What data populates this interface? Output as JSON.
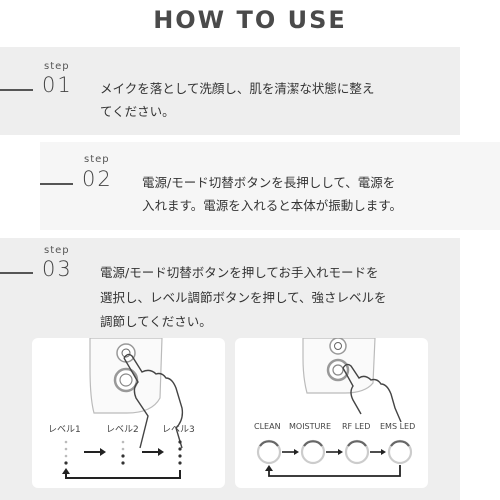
{
  "page": {
    "title": "HOW TO USE"
  },
  "steps": [
    {
      "label": "step",
      "number": "01",
      "text1": "メイクを落として洗顔し、肌を清潔な状態に整え",
      "text2": "てください。"
    },
    {
      "label": "step",
      "number": "02",
      "text1": "電源/モード切替ボタンを長押しして、電源を",
      "text2": "入れます。電源を入れると本体が振動します。"
    },
    {
      "label": "step",
      "number": "03",
      "text1": "電源/モード切替ボタンを押してお手入れモードを",
      "text2": "選択し、レベル調節ボタンを押して、強さレベルを",
      "text3": "調節してください。"
    }
  ],
  "levels": [
    "レベル1",
    "レベル2",
    "レベル3"
  ],
  "modes": [
    "CLEAN",
    "MOISTURE",
    "RF LED",
    "EMS LED"
  ],
  "colors": {
    "panel": "#eeeeee",
    "panel_light": "#f6f6f6",
    "accent": "#333333"
  }
}
